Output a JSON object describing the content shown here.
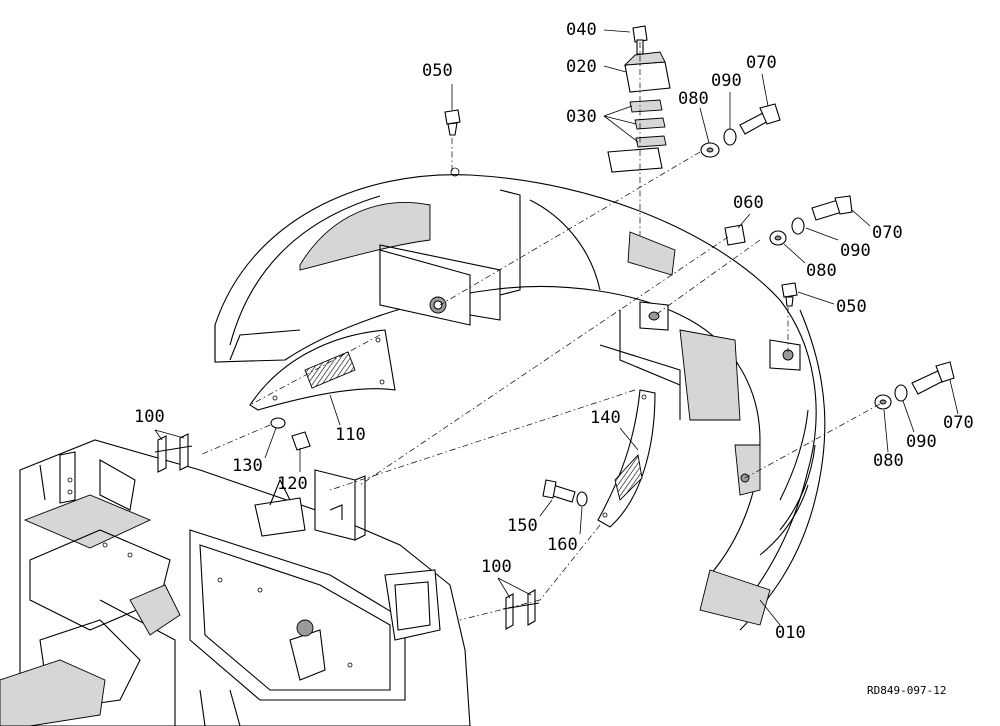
{
  "drawing": {
    "reference_code": "RD849-097-12",
    "callouts": [
      {
        "id": "c040",
        "text": "040"
      },
      {
        "id": "c020",
        "text": "020"
      },
      {
        "id": "c030",
        "text": "030"
      },
      {
        "id": "c050a",
        "text": "050"
      },
      {
        "id": "c070a",
        "text": "070"
      },
      {
        "id": "c090a",
        "text": "090"
      },
      {
        "id": "c080a",
        "text": "080"
      },
      {
        "id": "c060",
        "text": "060"
      },
      {
        "id": "c070b",
        "text": "070"
      },
      {
        "id": "c090b",
        "text": "090"
      },
      {
        "id": "c080b",
        "text": "080"
      },
      {
        "id": "c050b",
        "text": "050"
      },
      {
        "id": "c070c",
        "text": "070"
      },
      {
        "id": "c090c",
        "text": "090"
      },
      {
        "id": "c080c",
        "text": "080"
      },
      {
        "id": "c100a",
        "text": "100"
      },
      {
        "id": "c110",
        "text": "110"
      },
      {
        "id": "c130",
        "text": "130"
      },
      {
        "id": "c120",
        "text": "120"
      },
      {
        "id": "c140",
        "text": "140"
      },
      {
        "id": "c150",
        "text": "150"
      },
      {
        "id": "c160",
        "text": "160"
      },
      {
        "id": "c100b",
        "text": "100"
      },
      {
        "id": "c010",
        "text": "010"
      }
    ]
  }
}
